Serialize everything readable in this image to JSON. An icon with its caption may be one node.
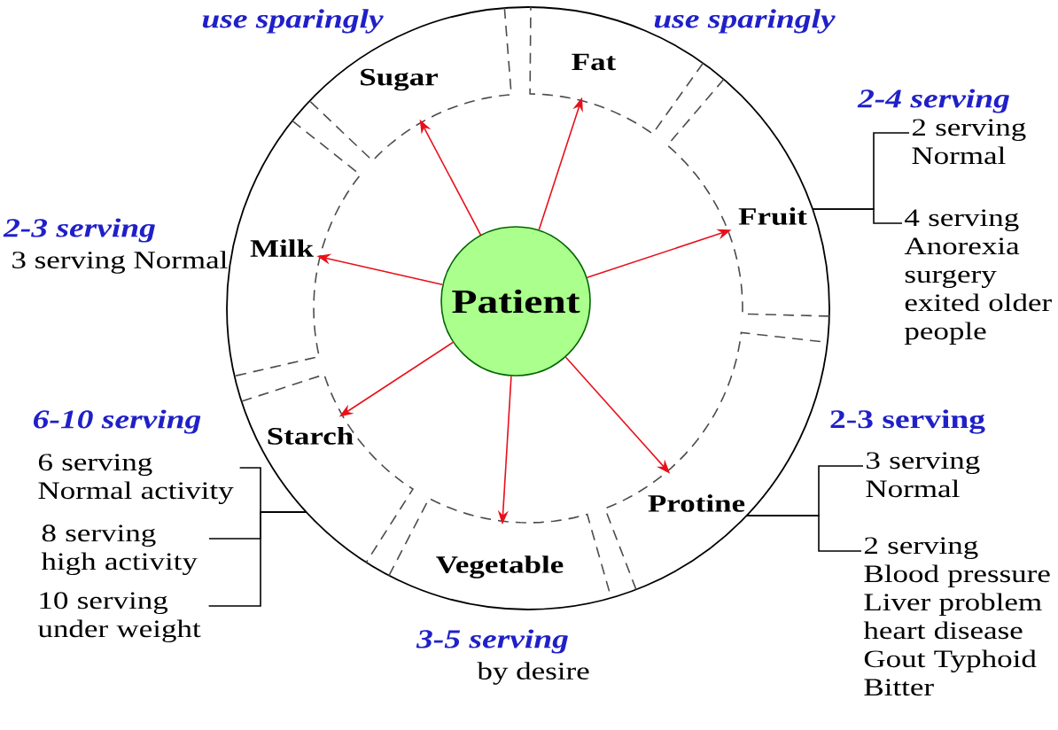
{
  "diagram": {
    "nodes": [
      {
        "text": [],
        "shape": "circle"
      },
      {
        "text": [
          "Patient"
        ],
        "in": 0
      },
      {
        "text": [
          "Sugar"
        ],
        "in": 0,
        "beside": [
          "use sparingly"
        ]
      },
      {
        "text": [
          "Fat"
        ],
        "in": 0,
        "beside": [
          "use sparingly"
        ]
      },
      {
        "text": [
          "Fruit"
        ],
        "in": 0
      },
      {
        "text": [
          "Protine"
        ],
        "in": 0,
        "beside": [
          "2-3 serving"
        ]
      },
      {
        "text": [
          "Vegetable"
        ],
        "in": 0,
        "beside": [
          "3-5 serving",
          "by desire"
        ]
      },
      {
        "text": [
          "Starch"
        ],
        "in": 0
      },
      {
        "text": [
          "Milk"
        ],
        "in": 0,
        "beside": [
          "2-3 serving",
          "3 serving Normal"
        ]
      },
      {
        "text": [
          "2 serving Normal"
        ]
      },
      {
        "text": [
          "4 serving Anorexia surgery exited older people"
        ]
      },
      {
        "text": [
          "3 serving Normal"
        ]
      },
      {
        "text": [
          "2 serving Blood pressure Liver problem heart disease Gout Typhoid Bitter"
        ]
      },
      {
        "text": [
          "6 serving Normal activity"
        ]
      },
      {
        "text": [
          "8 serving high activity"
        ]
      },
      {
        "text": [
          "10 serving under weight"
        ]
      }
    ],
    "edges": [
      {
        "from": 1,
        "to": 2,
        "arrow": "to"
      },
      {
        "from": 1,
        "to": 3,
        "arrow": "to"
      },
      {
        "from": 1,
        "to": 4,
        "arrow": "to"
      },
      {
        "from": 1,
        "to": 5,
        "arrow": "to"
      },
      {
        "from": 1,
        "to": 6,
        "arrow": "to"
      },
      {
        "from": 1,
        "to": 7,
        "arrow": "to"
      },
      {
        "from": 1,
        "to": 8,
        "arrow": "to"
      },
      {
        "from": 4,
        "to": 9,
        "arrow": "none",
        "color": "#000000"
      },
      {
        "from": 4,
        "to": 10,
        "arrow": "none",
        "color": "#000000"
      },
      {
        "from": 5,
        "to": 11,
        "arrow": "none",
        "color": "#000000"
      },
      {
        "from": 5,
        "to": 12,
        "arrow": "none",
        "color": "#000000"
      },
      {
        "from": 7,
        "to": 13,
        "arrow": "none",
        "color": "#000000"
      },
      {
        "from": 7,
        "to": 14,
        "arrow": "none",
        "color": "#000000"
      },
      {
        "from": 7,
        "to": 15,
        "arrow": "none",
        "color": "#000000"
      }
    ],
    "labels": [
      "2-4 serving",
      "6-10 serving"
    ]
  }
}
